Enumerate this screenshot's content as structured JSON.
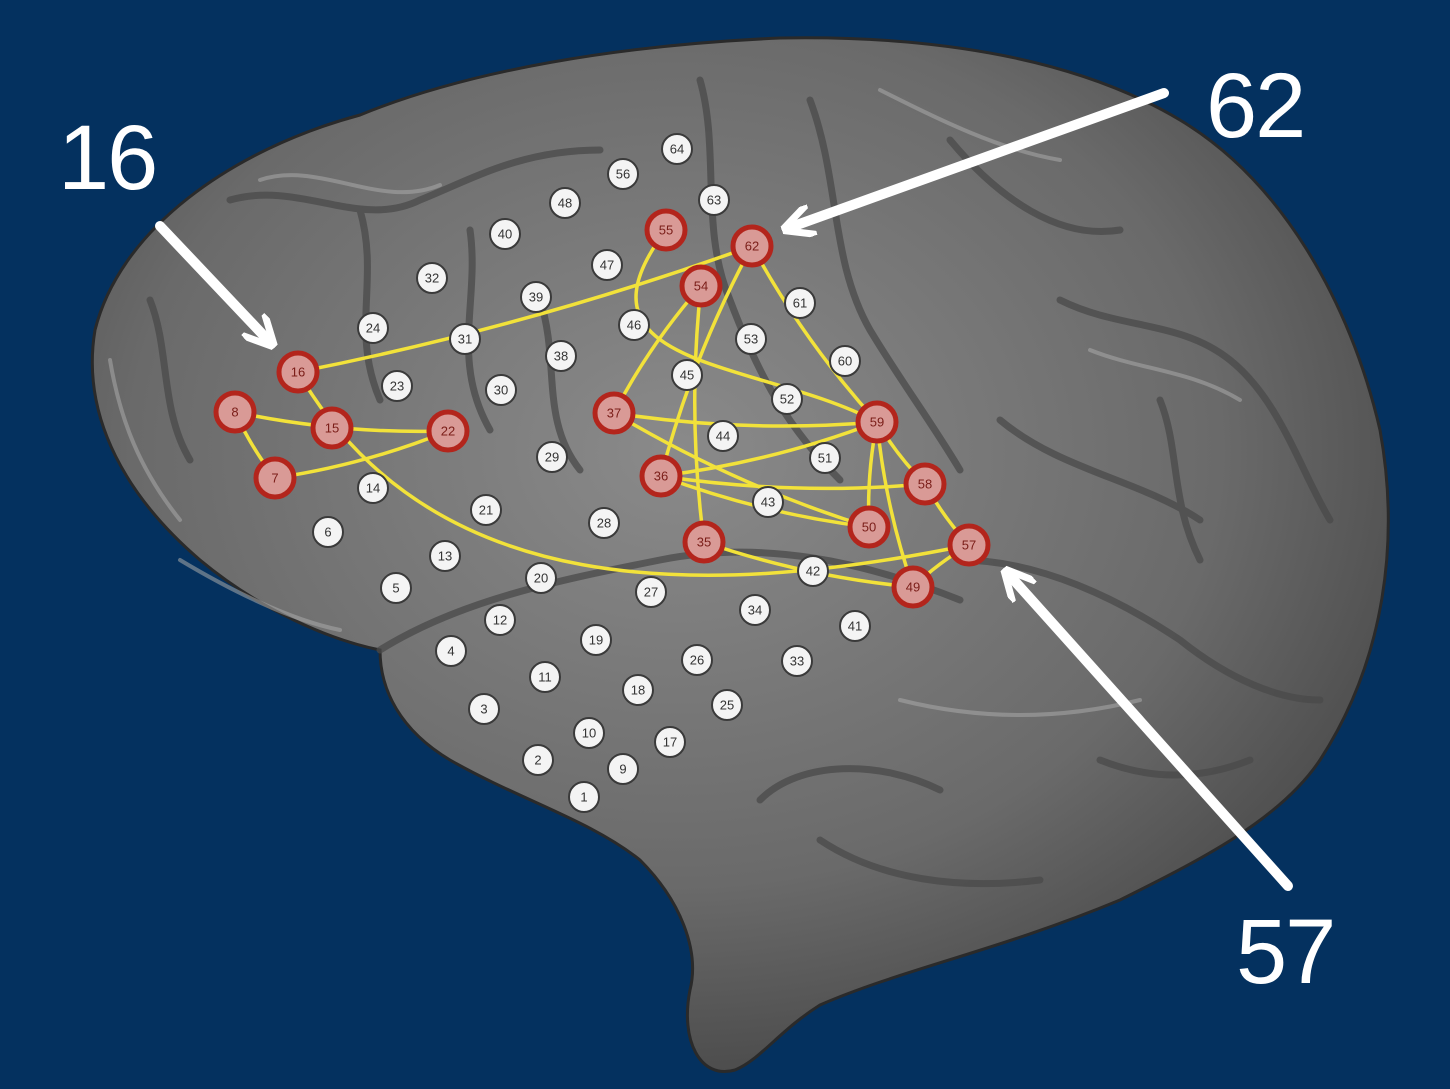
{
  "callouts": {
    "left": "16",
    "top_right": "62",
    "bottom_right": "57"
  },
  "colors": {
    "background": "#04315f",
    "brain": "#6f6f6f",
    "connection": "#f2e23a",
    "highlight_ring": "#b3251c",
    "highlight_fill": "#d99a96",
    "normal_fill": "#f4f4f4",
    "arrow": "#ffffff"
  },
  "electrodes": {
    "highlighted": [
      "7",
      "8",
      "15",
      "16",
      "22",
      "35",
      "36",
      "37",
      "49",
      "50",
      "54",
      "55",
      "57",
      "58",
      "59",
      "62"
    ],
    "normal": [
      "1",
      "2",
      "3",
      "4",
      "5",
      "6",
      "9",
      "10",
      "11",
      "12",
      "13",
      "14",
      "17",
      "18",
      "19",
      "20",
      "21",
      "23",
      "24",
      "25",
      "26",
      "27",
      "28",
      "29",
      "30",
      "31",
      "32",
      "33",
      "34",
      "38",
      "39",
      "40",
      "41",
      "42",
      "43",
      "44",
      "45",
      "46",
      "47",
      "48",
      "51",
      "52",
      "53",
      "56",
      "60",
      "61",
      "63",
      "64"
    ]
  },
  "connections": [
    [
      "8",
      "22"
    ],
    [
      "8",
      "7"
    ],
    [
      "7",
      "22"
    ],
    [
      "16",
      "62"
    ],
    [
      "16",
      "57"
    ],
    [
      "55",
      "59"
    ],
    [
      "62",
      "36"
    ],
    [
      "62",
      "59"
    ],
    [
      "54",
      "37"
    ],
    [
      "54",
      "35"
    ],
    [
      "37",
      "59"
    ],
    [
      "37",
      "50"
    ],
    [
      "36",
      "59"
    ],
    [
      "36",
      "58"
    ],
    [
      "36",
      "50"
    ],
    [
      "59",
      "50"
    ],
    [
      "59",
      "49"
    ],
    [
      "59",
      "58"
    ],
    [
      "58",
      "57"
    ],
    [
      "35",
      "49"
    ],
    [
      "57",
      "49"
    ]
  ]
}
